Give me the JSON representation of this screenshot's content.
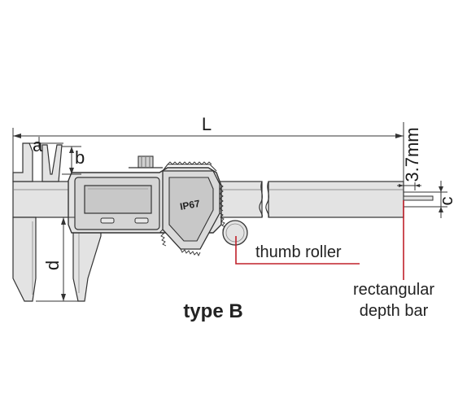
{
  "dimensions": {
    "L": "L",
    "a": "a",
    "b": "b",
    "d": "d",
    "c": "c",
    "depth_bar_width": "3.7mm"
  },
  "display": {
    "ip_rating": "IP67"
  },
  "callouts": {
    "thumb_roller": "thumb roller",
    "depth_bar_line1": "rectangular",
    "depth_bar_line2": "depth bar"
  },
  "caption": "type B",
  "colors": {
    "callout_line": "#c0202a",
    "outline": "#333333",
    "body_fill": "#e3e3e3",
    "body_dark": "#bdbdbd"
  }
}
